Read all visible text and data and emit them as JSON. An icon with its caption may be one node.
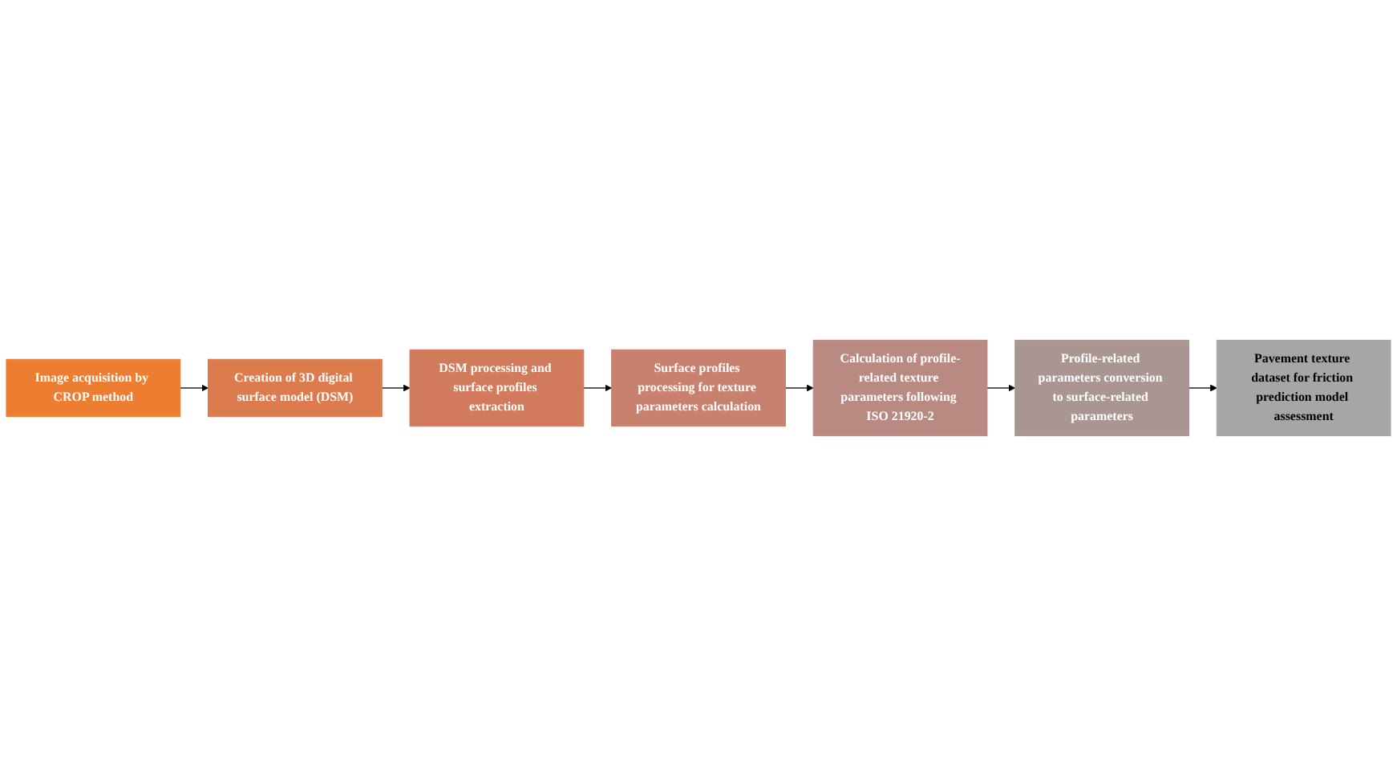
{
  "diagram": {
    "nodes": [
      {
        "text": [
          "Image acquisition by CROP method"
        ]
      },
      {
        "text": [
          "Creation of 3D digital surface model (DSM)"
        ]
      },
      {
        "text": [
          "DSM processing and surface profiles extraction"
        ]
      },
      {
        "text": [
          "Surface profiles processing for texture parameters calculation"
        ]
      },
      {
        "text": [
          "Calculation of profile-related texture parameters following ISO 21920-2"
        ]
      },
      {
        "text": [
          "Profile-related parameters conversion to surface-related parameters"
        ]
      },
      {
        "text": [
          "Pavement texture dataset for friction prediction model assessment"
        ]
      }
    ],
    "edges": [
      {
        "from": 0,
        "to": 1,
        "arrow": "to"
      },
      {
        "from": 1,
        "to": 2,
        "arrow": "to"
      },
      {
        "from": 2,
        "to": 3,
        "arrow": "to"
      },
      {
        "from": 3,
        "to": 4,
        "arrow": "to"
      },
      {
        "from": 4,
        "to": 5,
        "arrow": "to"
      },
      {
        "from": 5,
        "to": 6,
        "arrow": "to"
      }
    ]
  }
}
